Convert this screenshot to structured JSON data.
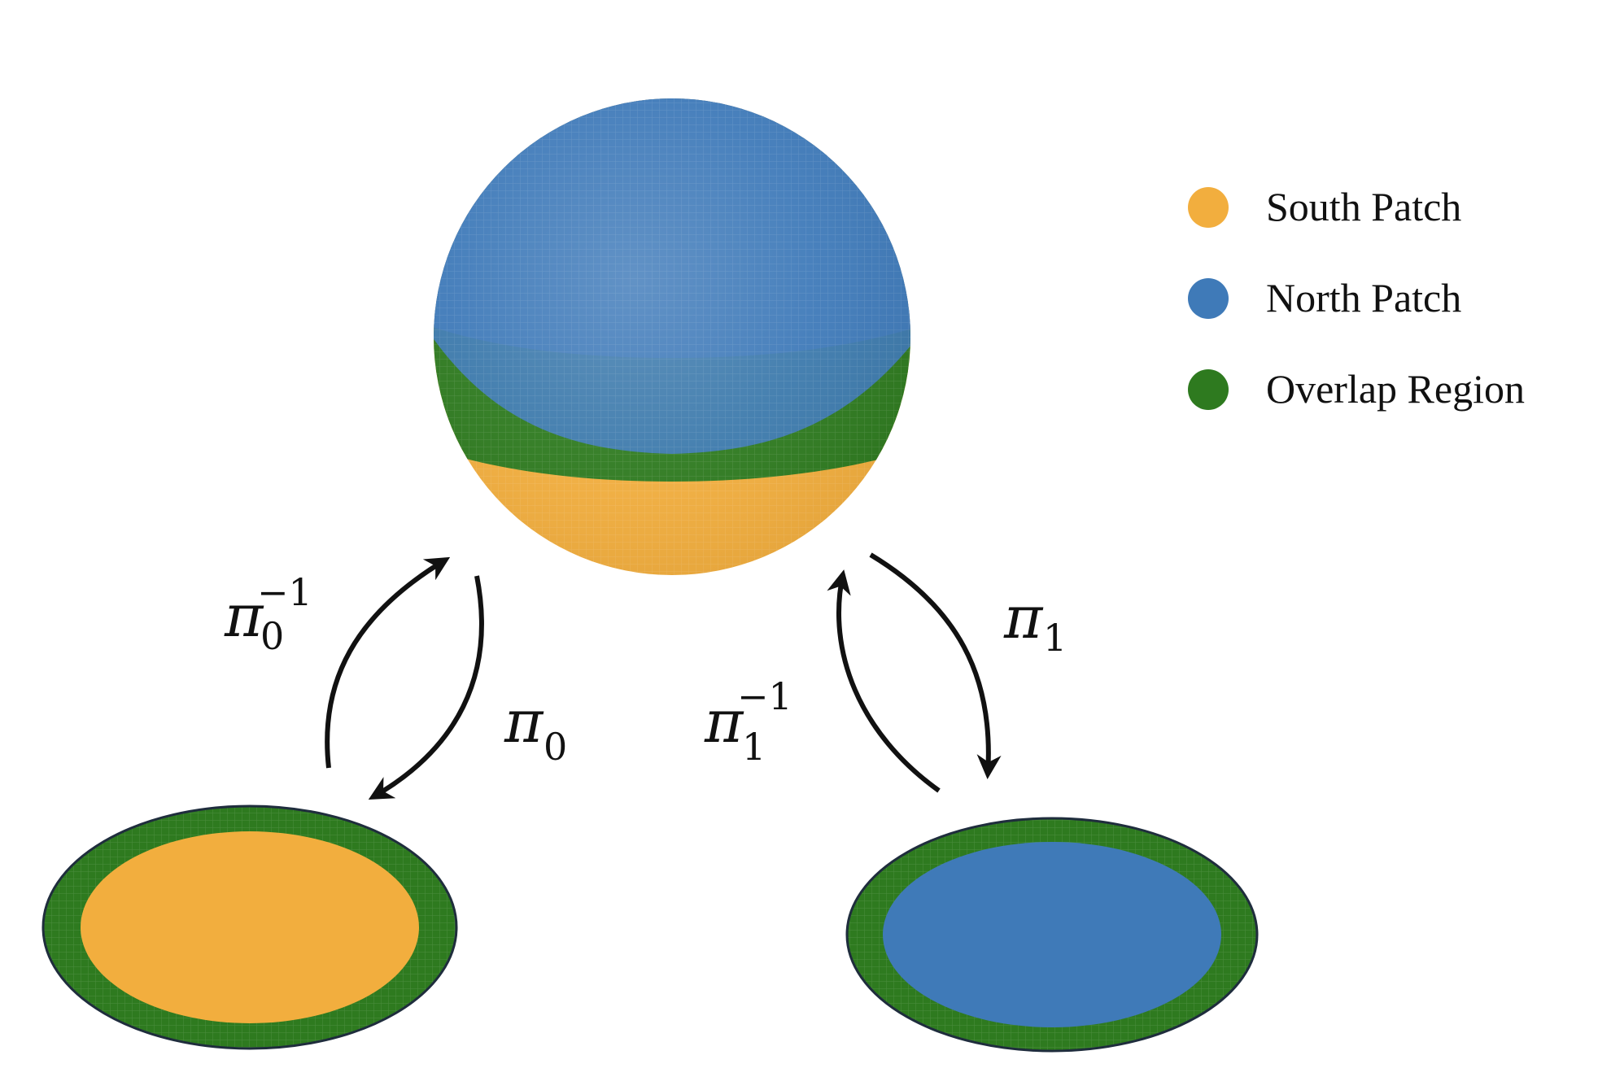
{
  "legend": {
    "items": [
      {
        "label": "South Patch",
        "color": "#F2AE3E"
      },
      {
        "label": "North Patch",
        "color": "#3F7AB8"
      },
      {
        "label": "Overlap Region",
        "color": "#2E7A1F"
      }
    ]
  },
  "maps": {
    "pi0_inv": {
      "base": "π",
      "sub": "0",
      "sup": "−1"
    },
    "pi0": {
      "base": "π",
      "sub": "0"
    },
    "pi1_inv": {
      "base": "π",
      "sub": "1",
      "sup": "−1"
    },
    "pi1": {
      "base": "π",
      "sub": "1"
    }
  },
  "colors": {
    "south": "#F2AE3E",
    "north": "#3F7AB8",
    "overlap": "#2E7A1F",
    "disk_outline": "#1F2D3D",
    "arrow": "#111111"
  }
}
